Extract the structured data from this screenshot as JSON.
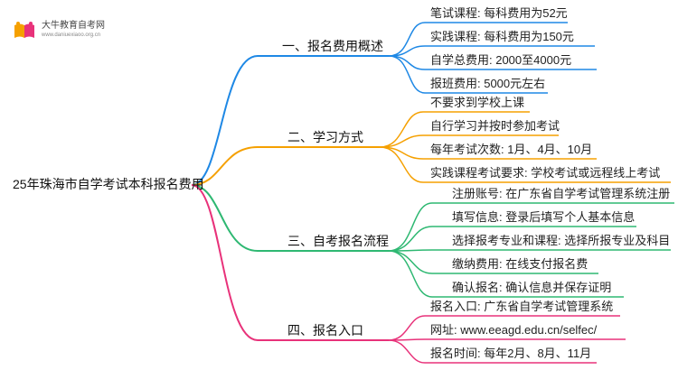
{
  "logo": {
    "name": "大牛教育自考网",
    "url": "www.daniuexiaoo.org.cn"
  },
  "root": "25年珠海市自学考试本科报名费用",
  "colors": {
    "blue": "#1e88e5",
    "orange": "#f5a000",
    "green": "#2eb872",
    "pink": "#e8327a"
  },
  "branches": [
    {
      "title": "一、报名费用概述",
      "children": [
        "笔试课程: 每科费用为52元",
        "实践课程: 每科费用为150元",
        "自学总费用: 2000至4000元",
        "报班费用: 5000元左右"
      ]
    },
    {
      "title": "二、学习方式",
      "children": [
        "不要求到学校上课",
        "自行学习并按时参加考试",
        "每年考试次数: 1月、4月、10月",
        "实践课程考试要求: 学校考试或远程线上考试"
      ]
    },
    {
      "title": "三、自考报名流程",
      "children": [
        "注册账号: 在广东省自学考试管理系统注册",
        "填写信息: 登录后填写个人基本信息",
        "选择报考专业和课程: 选择所报专业及科目",
        "缴纳费用: 在线支付报名费",
        "确认报名: 确认信息并保存证明"
      ]
    },
    {
      "title": "四、报名入口",
      "children": [
        "报名入口: 广东省自学考试管理系统",
        "网址: www.eeagd.edu.cn/selfec/",
        "报名时间: 每年2月、8月、11月"
      ]
    }
  ]
}
